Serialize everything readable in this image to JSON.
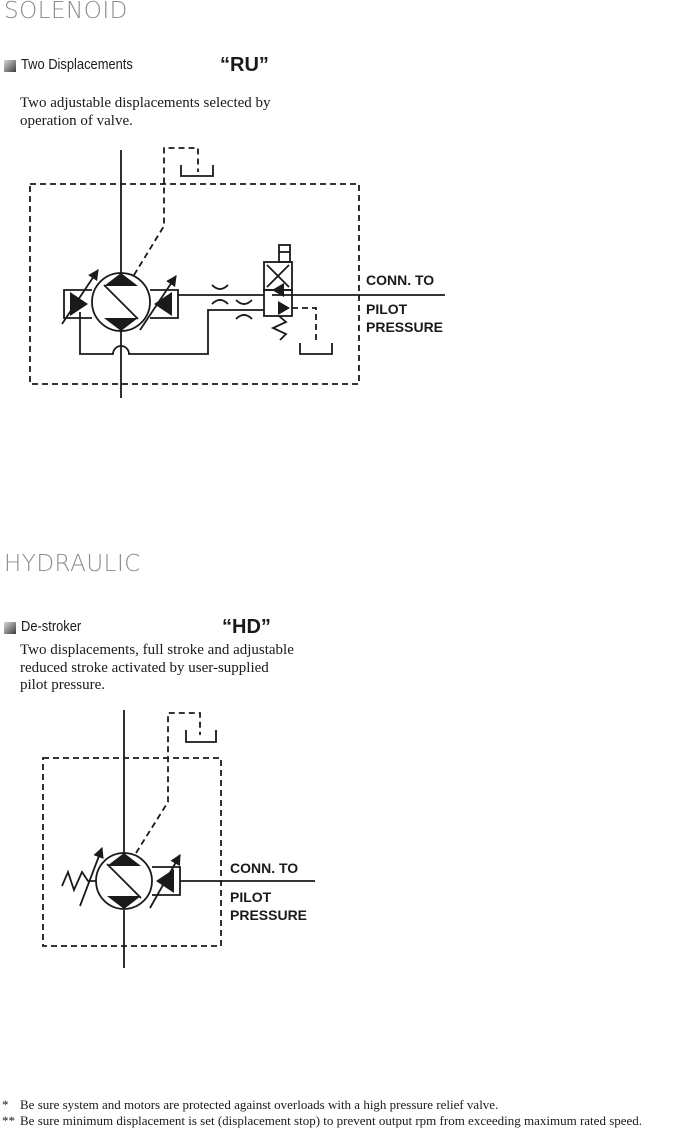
{
  "solenoid": {
    "heading": "SOLENOID",
    "item": {
      "title": "Two Displacements",
      "code": "“RU”",
      "description": "Two adjustable displacements selected by\noperation of valve."
    },
    "diagram": {
      "label_conn": "CONN. TO",
      "label_pilot": "PILOT",
      "label_pressure": "PRESSURE"
    }
  },
  "hydraulic": {
    "heading": "HYDRAULIC",
    "item": {
      "title": "De-stroker",
      "code": "“HD”",
      "description": "Two displacements, full stroke and adjustable\nreduced stroke activated by user-supplied\npilot pressure."
    },
    "diagram": {
      "label_conn": "CONN. TO",
      "label_pilot": "PILOT",
      "label_pressure": "PRESSURE"
    }
  },
  "footnotes": [
    {
      "mark": "*",
      "text": "Be sure system and motors are protected against overloads with a high pressure relief valve."
    },
    {
      "mark": "**",
      "text": "Be sure minimum displacement is set (displacement stop) to prevent output rpm from exceeding maximum rated speed."
    }
  ]
}
